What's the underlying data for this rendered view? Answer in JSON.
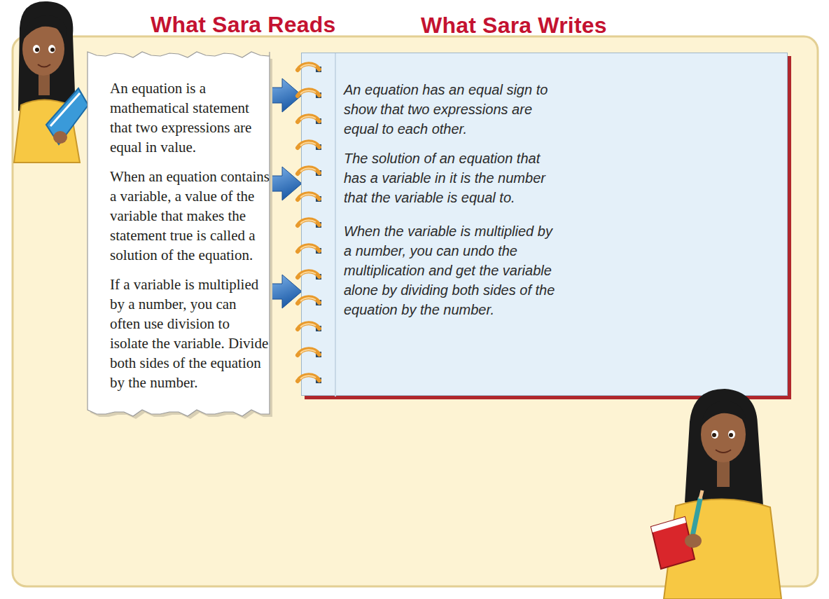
{
  "diagram": {
    "nodes": [
      {
        "text": [
          "What Sara Reads"
        ]
      },
      {
        "text": [
          "An equation is a mathematical statement that two expressions are equal in value."
        ],
        "in": 0
      },
      {
        "text": [
          "When an equation contains a variable, a value of the variable that makes the statement true is called a solution of the equation."
        ],
        "in": 0
      },
      {
        "text": [
          "If a variable is multiplied by a number, you can often use division to isolate the variable. Divide both sides of the equation by the number."
        ],
        "in": 0
      },
      {
        "text": [
          "What Sara Writes"
        ]
      },
      {
        "text": [
          "An equation has an equal sign to show that two expressions are equal to each other."
        ],
        "in": 4
      },
      {
        "text": [
          "The solution of an equation that has a variable in it is the number that the variable is equal to."
        ],
        "in": 4
      },
      {
        "text": [
          "When the variable is multiplied by a number, you can undo the multiplication and get the variable alone by dividing both sides of the equation by the number."
        ],
        "in": 4
      }
    ],
    "edges": [
      {
        "from": 1,
        "to": 5,
        "arrow": "to"
      },
      {
        "from": 2,
        "to": 6,
        "arrow": "to"
      },
      {
        "from": 3,
        "to": 7,
        "arrow": "to"
      }
    ]
  }
}
